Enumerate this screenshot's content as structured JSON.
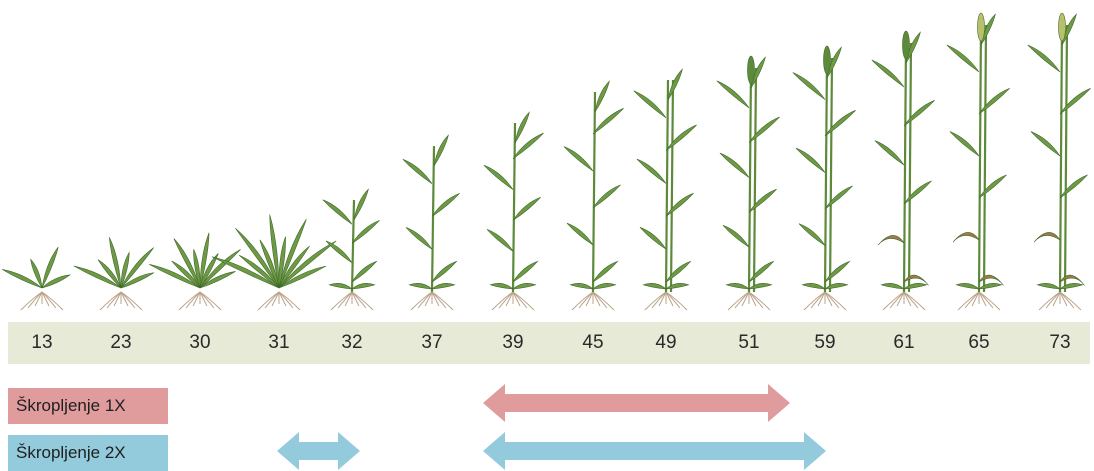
{
  "stages": [
    "13",
    "23",
    "30",
    "31",
    "32",
    "37",
    "39",
    "45",
    "49",
    "51",
    "59",
    "61",
    "65",
    "73"
  ],
  "legend": [
    {
      "label": "Škropljenje 1X",
      "color": "#e09b9d"
    },
    {
      "label": "Škropljenje 2X",
      "color": "#93cbdc"
    }
  ],
  "colors": {
    "band": "#e6ead6",
    "leaf": "#6f9a45",
    "stem": "#5c8a3a",
    "dry_leaf": "#a07a4a",
    "root": "#bba389"
  },
  "spray_windows": [
    {
      "legend": "Škropljenje 1X",
      "from_stage": "39",
      "to_stage": "51"
    },
    {
      "legend": "Škropljenje 2X",
      "from_stage": "31",
      "to_stage": "32"
    },
    {
      "legend": "Škropljenje 2X",
      "from_stage": "39",
      "to_stage": "59"
    }
  ]
}
